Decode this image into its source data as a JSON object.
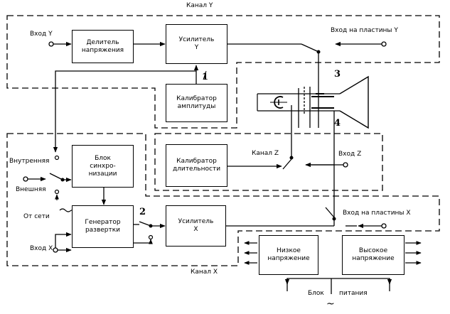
{
  "channels": {
    "y": "Канал Y",
    "x": "Канал X"
  },
  "blocks": {
    "divider": [
      "Делитель",
      "напряжения"
    ],
    "amp_y": [
      "Усилитель",
      "Y"
    ],
    "cal_amp": [
      "Калибратор",
      "амплитуды"
    ],
    "sync": [
      "Блок",
      "синхро-",
      "низации"
    ],
    "cal_dur": [
      "Калибратор",
      "длительности"
    ],
    "sweep": [
      "Генератор",
      "развертки"
    ],
    "amp_x": [
      "Усилитель",
      "X"
    ],
    "low_v": [
      "Низкое",
      "напряжение"
    ],
    "high_v": [
      "Высокое",
      "напряжение"
    ]
  },
  "labels": {
    "input_y": "Вход Y",
    "plates_y": "Вход на пластины Y",
    "internal": "Внутренняя",
    "external": "Внешняя",
    "mains": "От сети",
    "input_x": "Вход X",
    "channel_z": "Канал Z",
    "input_z": "Вход Z",
    "plates_x": "Вход на пластины X",
    "power_block_1": "Блок",
    "power_block_2": "питания",
    "ac_symbol": "~"
  },
  "markers": [
    "1",
    "2",
    "3",
    "4"
  ]
}
